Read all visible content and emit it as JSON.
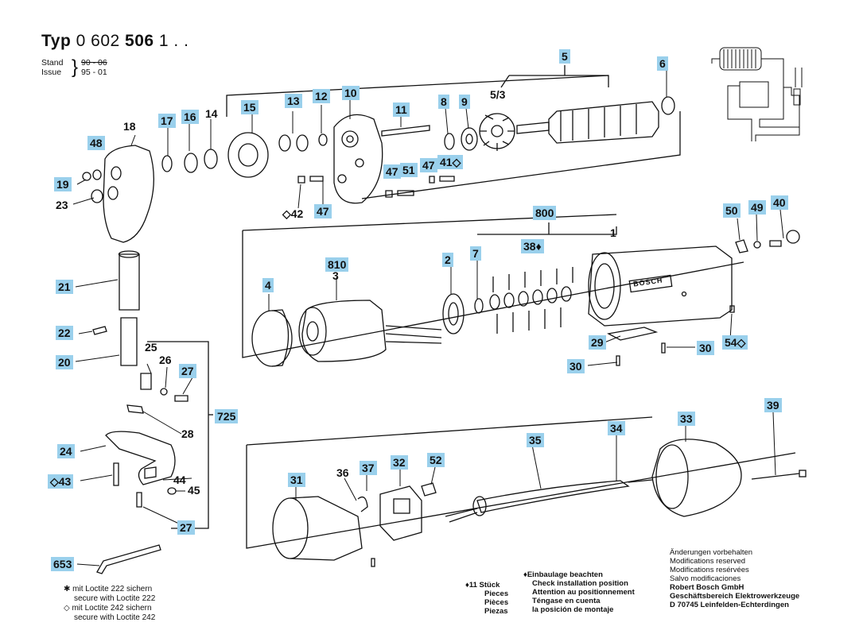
{
  "header": {
    "typ_word": "Typ",
    "typ_number_plain": "0 602",
    "typ_number_bold": "506",
    "typ_suffix": "1 . .",
    "stand_label": "Stand",
    "issue_label": "Issue",
    "stand_value": "90 - 06",
    "issue_value": "95 - 01"
  },
  "parts": [
    {
      "id": "p5",
      "text": "5",
      "hl": true
    },
    {
      "id": "p6",
      "text": "6",
      "hl": true
    },
    {
      "id": "p53",
      "text": "5/3",
      "hl": false
    },
    {
      "id": "p8",
      "text": "8",
      "hl": true
    },
    {
      "id": "p9",
      "text": "9",
      "hl": true
    },
    {
      "id": "p11",
      "text": "11",
      "hl": true
    },
    {
      "id": "p10",
      "text": "10",
      "hl": true
    },
    {
      "id": "p12",
      "text": "12",
      "hl": true
    },
    {
      "id": "p13",
      "text": "13",
      "hl": true
    },
    {
      "id": "p15",
      "text": "15",
      "hl": true
    },
    {
      "id": "p14",
      "text": "14",
      "hl": false
    },
    {
      "id": "p16",
      "text": "16",
      "hl": true
    },
    {
      "id": "p17",
      "text": "17",
      "hl": true
    },
    {
      "id": "p18",
      "text": "18",
      "hl": false
    },
    {
      "id": "p48",
      "text": "48",
      "hl": true
    },
    {
      "id": "p19",
      "text": "19",
      "hl": true
    },
    {
      "id": "p23",
      "text": "23",
      "hl": false
    },
    {
      "id": "p47a",
      "text": "47",
      "hl": true
    },
    {
      "id": "p51",
      "text": "51",
      "hl": true
    },
    {
      "id": "p47b",
      "text": "47",
      "hl": true
    },
    {
      "id": "p41",
      "text": "41◇",
      "hl": true
    },
    {
      "id": "p42",
      "text": "◇42",
      "hl": false
    },
    {
      "id": "p47c",
      "text": "47",
      "hl": true
    },
    {
      "id": "p800",
      "text": "800",
      "hl": true
    },
    {
      "id": "p1",
      "text": "1",
      "hl": false
    },
    {
      "id": "p50",
      "text": "50",
      "hl": true
    },
    {
      "id": "p49",
      "text": "49",
      "hl": true
    },
    {
      "id": "p40",
      "text": "40",
      "hl": true
    },
    {
      "id": "p38",
      "text": "38♦",
      "hl": true
    },
    {
      "id": "p2",
      "text": "2",
      "hl": true
    },
    {
      "id": "p7",
      "text": "7",
      "hl": true
    },
    {
      "id": "p810",
      "text": "810",
      "hl": true
    },
    {
      "id": "p3",
      "text": "3",
      "hl": false
    },
    {
      "id": "p4",
      "text": "4",
      "hl": true
    },
    {
      "id": "p21",
      "text": "21",
      "hl": true
    },
    {
      "id": "p22",
      "text": "22",
      "hl": true
    },
    {
      "id": "p25",
      "text": "25",
      "hl": false
    },
    {
      "id": "p26",
      "text": "26",
      "hl": false
    },
    {
      "id": "p27a",
      "text": "27",
      "hl": true
    },
    {
      "id": "p20",
      "text": "20",
      "hl": true
    },
    {
      "id": "p29",
      "text": "29",
      "hl": true
    },
    {
      "id": "p30a",
      "text": "30",
      "hl": true
    },
    {
      "id": "p30b",
      "text": "30",
      "hl": true
    },
    {
      "id": "p54",
      "text": "54◇",
      "hl": true
    },
    {
      "id": "p725",
      "text": "725",
      "hl": true
    },
    {
      "id": "p28",
      "text": "28",
      "hl": false
    },
    {
      "id": "p24",
      "text": "24",
      "hl": true
    },
    {
      "id": "p43",
      "text": "◇43",
      "hl": true
    },
    {
      "id": "p44",
      "text": "44",
      "hl": false
    },
    {
      "id": "p45",
      "text": "45",
      "hl": false
    },
    {
      "id": "p27b",
      "text": "27",
      "hl": true
    },
    {
      "id": "p653",
      "text": "653",
      "hl": true
    },
    {
      "id": "p35",
      "text": "35",
      "hl": true
    },
    {
      "id": "p34",
      "text": "34",
      "hl": true
    },
    {
      "id": "p33",
      "text": "33",
      "hl": true
    },
    {
      "id": "p39",
      "text": "39",
      "hl": true
    },
    {
      "id": "p31",
      "text": "31",
      "hl": true
    },
    {
      "id": "p36",
      "text": "36",
      "hl": false
    },
    {
      "id": "p37",
      "text": "37",
      "hl": true
    },
    {
      "id": "p32",
      "text": "32",
      "hl": true
    },
    {
      "id": "p52",
      "text": "52",
      "hl": true
    }
  ],
  "brand_badge": "BOSCH",
  "footer": {
    "loctite_lines": [
      "✱ mit Loctite 222 sichern",
      "secure with Loctite 222",
      "◇ mit Loctite 242 sichern",
      "secure with Loctite 242"
    ],
    "stueck_lines": [
      "♦11 Stück",
      "Pieces",
      "Pièces",
      "Piezas"
    ],
    "einbaulage_lines": [
      "♦Einbaulage beachten",
      "Check installation position",
      "Attention au positionnement",
      "Téngase en cuenta",
      "la posición de montaje"
    ],
    "aenderungen_lines": [
      "Änderungen vorbehalten",
      "Modifications reserved",
      "Modifications resérvées",
      "Salvo modificaciones",
      "Robert Bosch GmbH",
      "Geschäftsbereich Elektrowerkzeuge",
      "D 70745 Leinfelden-Echterdingen"
    ]
  },
  "colors": {
    "highlight": "#9ad0ec",
    "ink": "#111111",
    "paper": "#ffffff"
  }
}
